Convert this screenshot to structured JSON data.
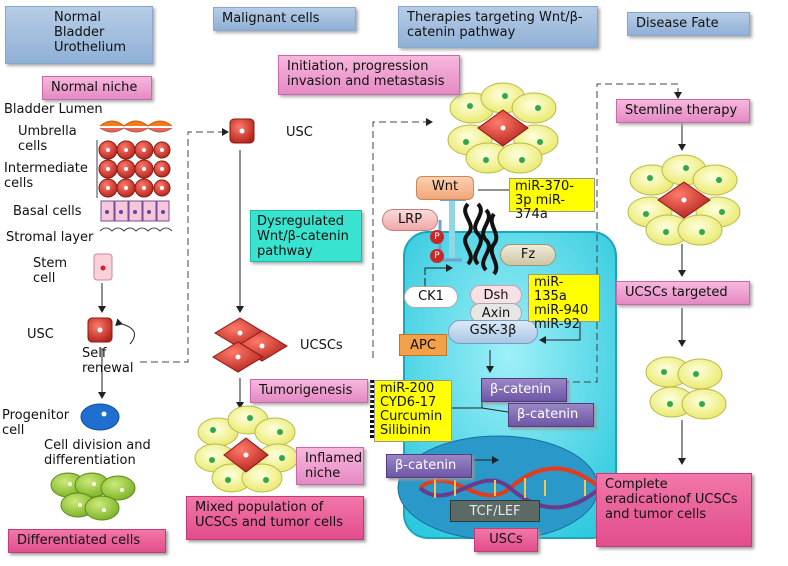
{
  "headers": {
    "normal": "Normal Bladder Urothelium",
    "malignant": "Malignant cells",
    "therapies": "Therapies targeting Wnt/β-catenin pathway",
    "fate": "Disease Fate"
  },
  "normal_niche": {
    "label": "Normal niche",
    "lumen": "Bladder Lumen",
    "umbrella": "Umbrella cells",
    "intermediate": "Intermediate cells",
    "basal": "Basal cells",
    "stromal": "Stromal layer",
    "stem": "Stem cell",
    "usc": "USC",
    "self_renewal": "Self renewal",
    "progenitor": "Progenitor cell",
    "division": "Cell division and differentiation",
    "differentiated": "Differentiated cells"
  },
  "malignant": {
    "usc": "USC",
    "dysregulated": "Dysregulated Wnt/β-catenin pathway",
    "ucscs": "UCSCs",
    "tumorigenesis": "Tumorigenesis",
    "inflamed": "Inflamed niche",
    "mixed": "Mixed population of UCSCs and tumor cells"
  },
  "pathway": {
    "initiation": "Initiation, progression invasion and metastasis",
    "wnt": "Wnt",
    "lrp": "LRP",
    "p": "P",
    "fz": "Fz",
    "ck1": "CK1",
    "dsh": "Dsh",
    "axin": "Axin",
    "gsk": "GSK-3β",
    "apc": "APC",
    "beta_catenin": "β-catenin",
    "tcf": "TCF/LEF",
    "uscs": "USCs",
    "mir_a": "miR-370-3p miR-374a",
    "mir_b": "miR-135a miR-940 miR-92",
    "drugs": "miR-200 CYD6-17 Curcumin Silibinin"
  },
  "fate": {
    "stemline": "Stemline therapy",
    "targeted": "UCSCs targeted",
    "eradication": "Complete eradicationof UCSCs and tumor cells"
  },
  "colors": {
    "header_blue": "#9fbde0",
    "pink": "#ee9fd3",
    "hot_pink": "#e8579a",
    "yellow": "#ffff00",
    "teal": "#38e3cf",
    "cyan_cell": "#3fd5e8",
    "purple": "#7c66b0",
    "red_cell": "#d63a32",
    "green_nucleus": "#2ea84a"
  }
}
